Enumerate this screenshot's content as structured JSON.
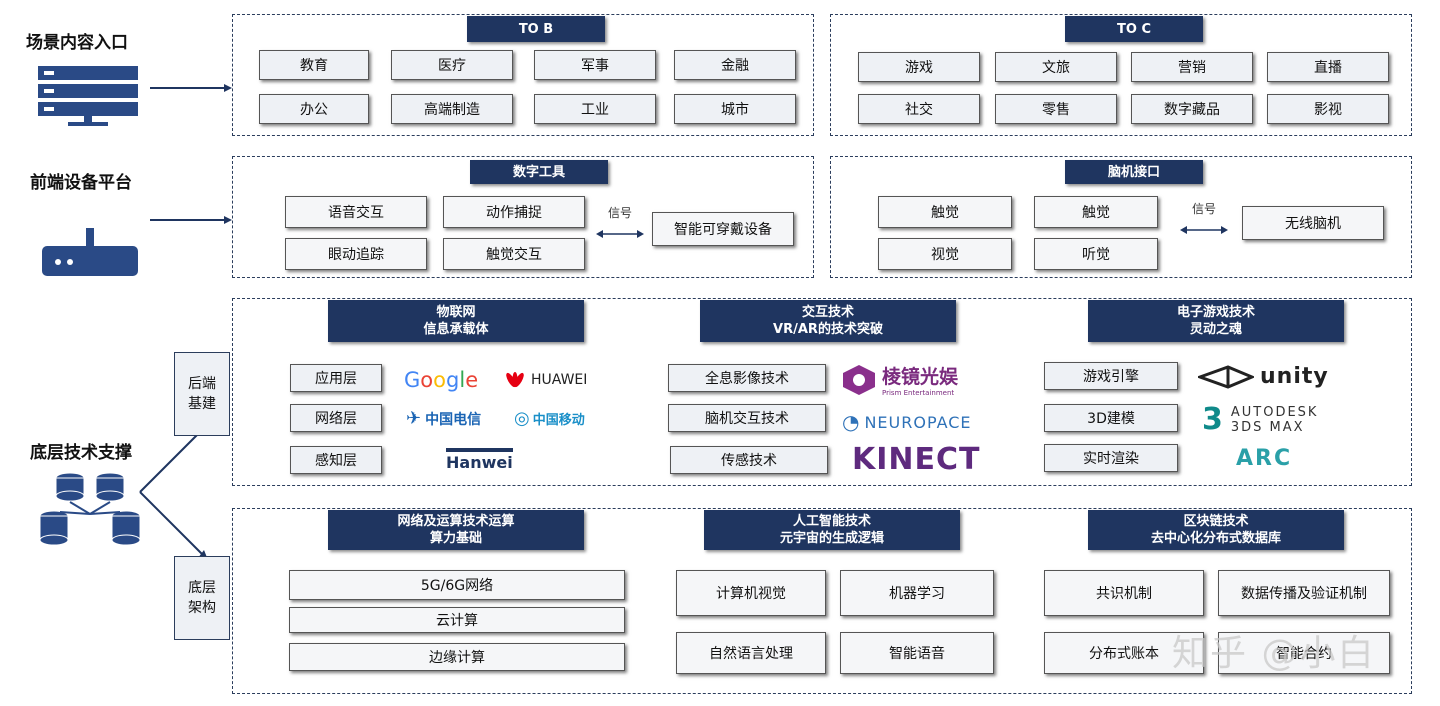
{
  "left": {
    "scene_label": "场景内容入口",
    "device_label": "前端设备平台",
    "tech_label": "底层技术支撑",
    "backend_box": [
      "后端",
      "基建"
    ],
    "bottom_box": [
      "底层",
      "架构"
    ]
  },
  "tob": {
    "title": "TO B",
    "items": [
      "教育",
      "医疗",
      "军事",
      "金融",
      "办公",
      "高端制造",
      "工业",
      "城市"
    ]
  },
  "toc": {
    "title": "TO C",
    "items": [
      "游戏",
      "文旅",
      "营销",
      "直播",
      "社交",
      "零售",
      "数字藏品",
      "影视"
    ]
  },
  "digital_tools": {
    "title": "数字工具",
    "items": [
      "语音交互",
      "动作捕捉",
      "眼动追踪",
      "触觉交互"
    ],
    "signal": "信号",
    "target": "智能可穿戴设备"
  },
  "headset": {
    "title": "脑机接口",
    "items": [
      "触觉",
      "触觉",
      "视觉",
      "听觉"
    ],
    "signal": "信号",
    "target": "无线脑机"
  },
  "iot": {
    "title": "物联网",
    "subtitle": "信息承载体",
    "layers": [
      "应用层",
      "网络层",
      "感知层"
    ],
    "logos": [
      "Google",
      "HUAWEI",
      "中国电信",
      "中国移动",
      "Hanwei"
    ]
  },
  "interaction": {
    "title": "交互技术",
    "subtitle": "VR/AR的技术突破",
    "items": [
      "全息影像技术",
      "脑机交互技术",
      "传感技术"
    ],
    "logos": [
      "棱镜光娱",
      "Prism Entertainment",
      "NEUROPACE",
      "KINECT"
    ]
  },
  "gaming": {
    "title": "电子游戏技术",
    "subtitle": "灵动之魂",
    "items": [
      "游戏引擎",
      "3D建模",
      "实时渲染"
    ],
    "logos": [
      "unity",
      "AUTODESK",
      "3DS MAX",
      "ARC"
    ]
  },
  "network": {
    "title": "网络及运算技术运算",
    "subtitle": "算力基础",
    "items": [
      "5G/6G网络",
      "云计算",
      "边缘计算"
    ]
  },
  "ai": {
    "title": "人工智能技术",
    "subtitle": "元宇宙的生成逻辑",
    "items": [
      "计算机视觉",
      "机器学习",
      "自然语言处理",
      "智能语音"
    ]
  },
  "blockchain": {
    "title": "区块链技术",
    "subtitle": "去中心化分布式数据库",
    "items": [
      "共识机制",
      "数据传播及验证机制",
      "分布式账本",
      "智能合约"
    ]
  },
  "watermark": "知乎 @小白"
}
